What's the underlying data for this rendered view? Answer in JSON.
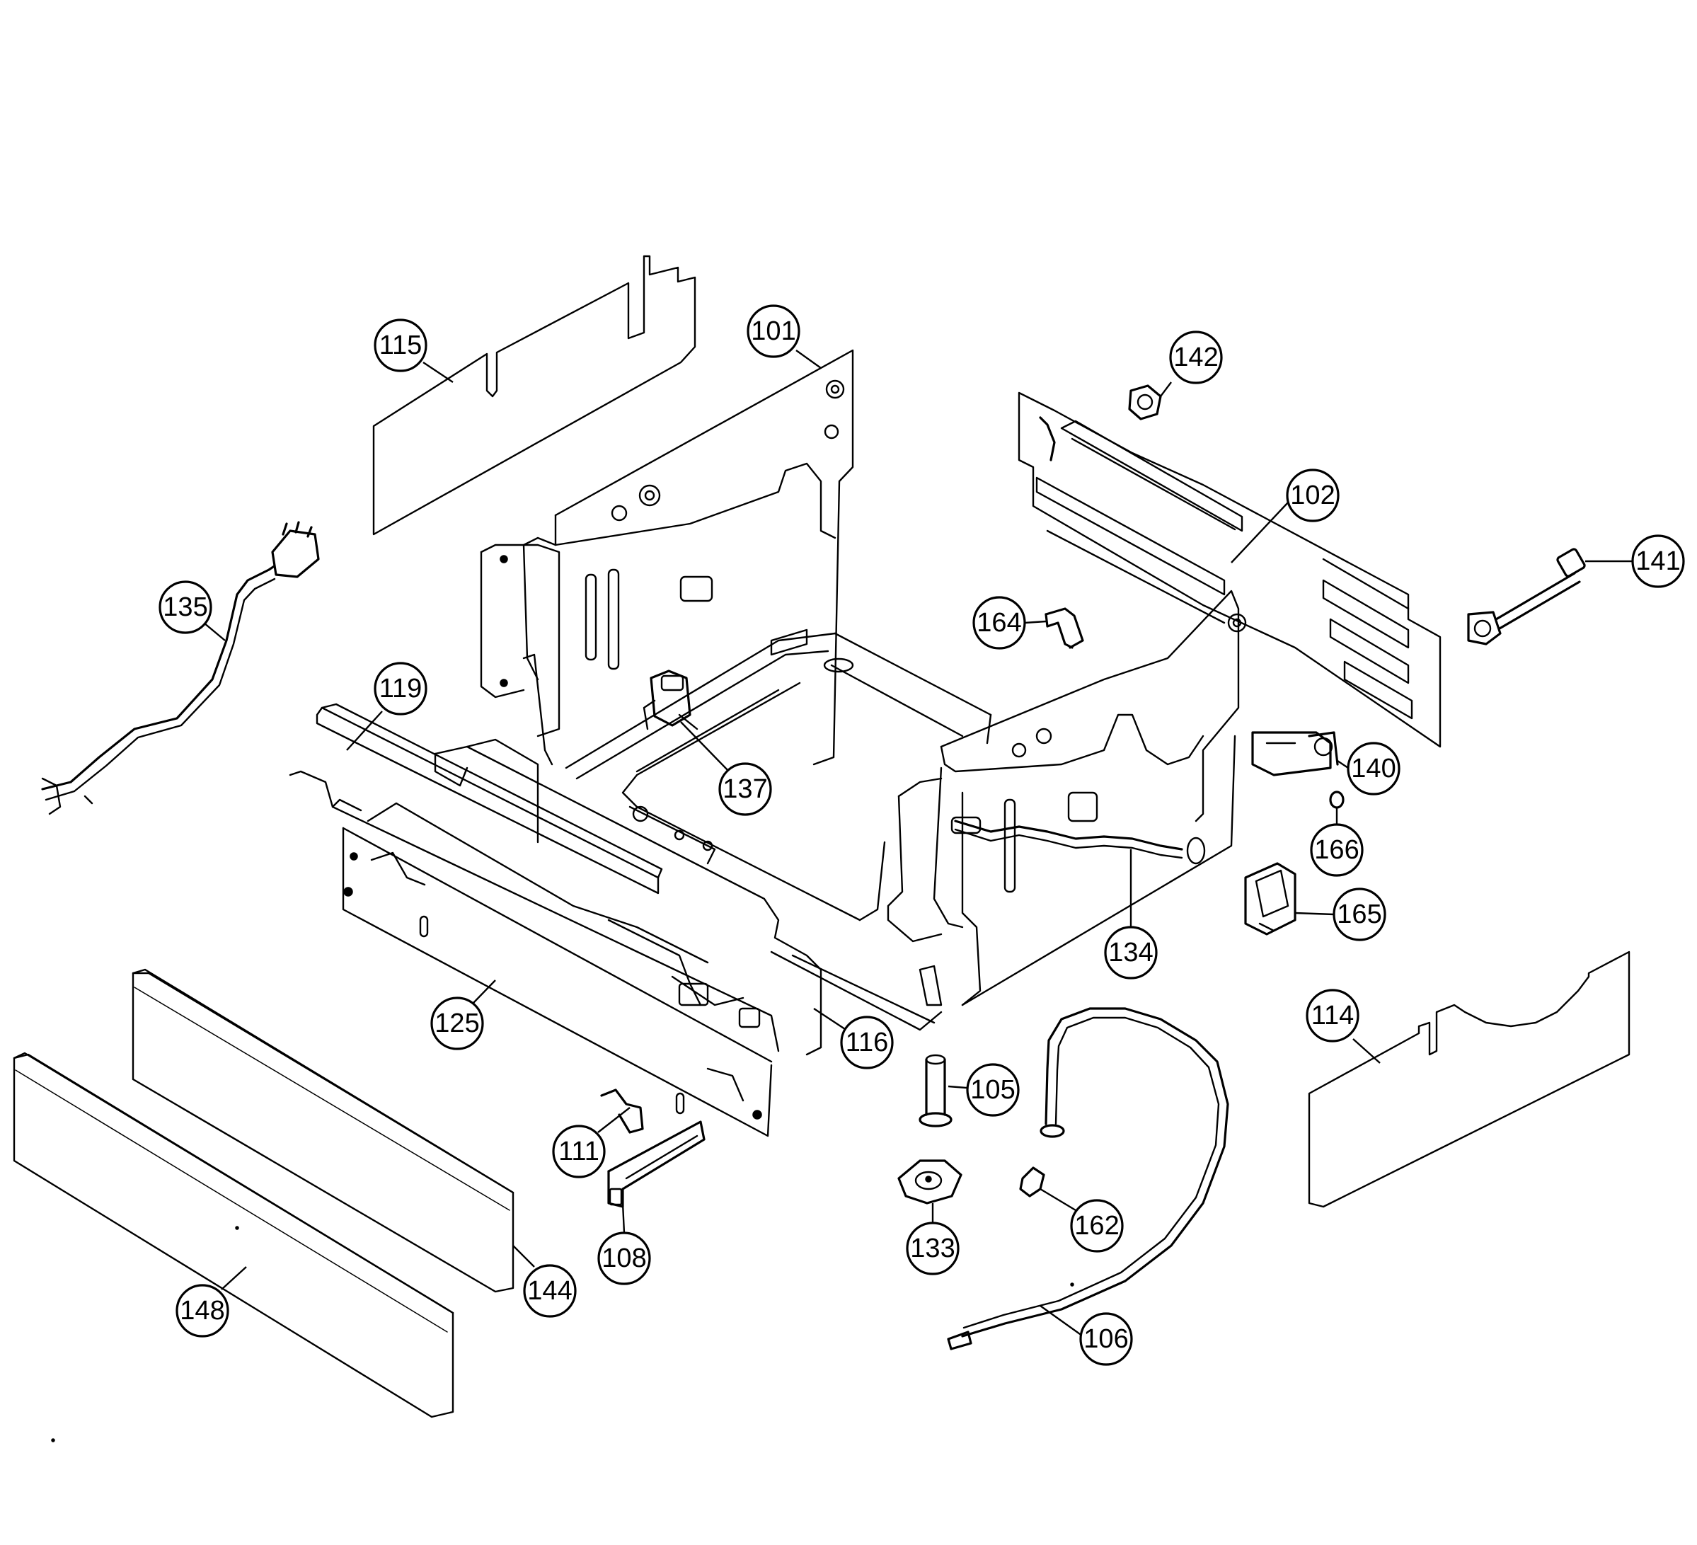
{
  "diagram": {
    "callouts": [
      {
        "id": "101",
        "label": "101"
      },
      {
        "id": "102",
        "label": "102"
      },
      {
        "id": "105",
        "label": "105"
      },
      {
        "id": "106",
        "label": "106"
      },
      {
        "id": "108",
        "label": "108"
      },
      {
        "id": "111",
        "label": "111"
      },
      {
        "id": "114",
        "label": "114"
      },
      {
        "id": "115",
        "label": "115"
      },
      {
        "id": "116",
        "label": "116"
      },
      {
        "id": "119",
        "label": "119"
      },
      {
        "id": "125",
        "label": "125"
      },
      {
        "id": "133",
        "label": "133"
      },
      {
        "id": "134",
        "label": "134"
      },
      {
        "id": "135",
        "label": "135"
      },
      {
        "id": "137",
        "label": "137"
      },
      {
        "id": "140",
        "label": "140"
      },
      {
        "id": "141",
        "label": "141"
      },
      {
        "id": "142",
        "label": "142"
      },
      {
        "id": "144",
        "label": "144"
      },
      {
        "id": "148",
        "label": "148"
      },
      {
        "id": "162",
        "label": "162"
      },
      {
        "id": "164",
        "label": "164"
      },
      {
        "id": "165",
        "label": "165"
      },
      {
        "id": "166",
        "label": "166"
      }
    ]
  }
}
